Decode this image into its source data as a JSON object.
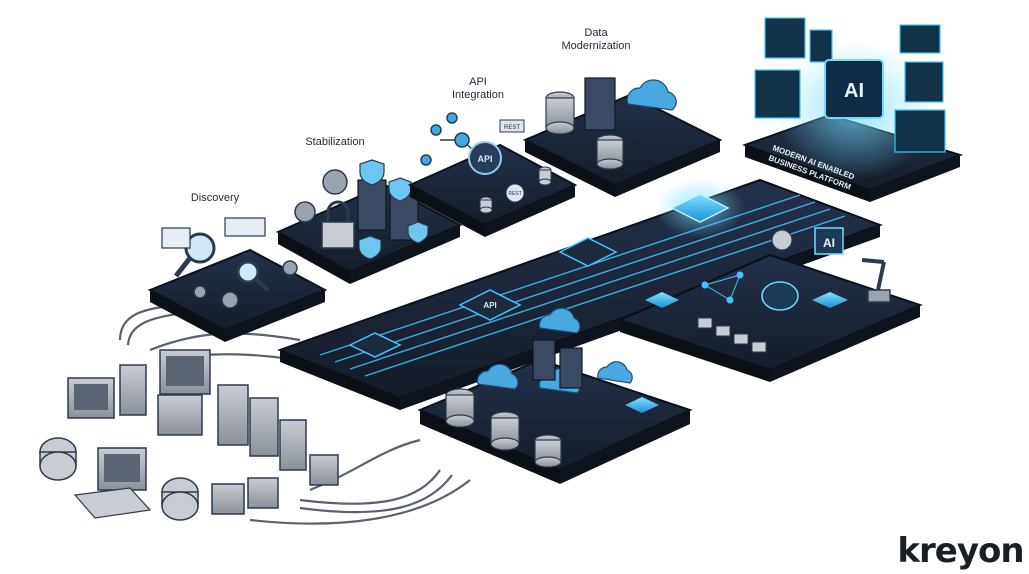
{
  "labels": {
    "discovery": "Discovery",
    "stabilization": "Stabilization",
    "api_integration_line1": "API",
    "api_integration_line2": "Integration",
    "data_modernization_line1": "Data",
    "data_modernization_line2": "Modernization"
  },
  "platform": {
    "ai_chip": "AI",
    "ai_small": "AI",
    "api_chip": "API",
    "api_node": "API",
    "rest_top": "REST",
    "rest_bottom": "REST",
    "banner_line1": "MODERN AI ENABLED",
    "banner_line2": "BUSINESS PLATFORM"
  },
  "brand": {
    "logo_text": "kreyon"
  },
  "colors": {
    "board": "#1a2433",
    "board_edge": "#0b1017",
    "glow": "#3fc4ff",
    "line": "#4a5563",
    "accent": "#4aa8e0"
  }
}
